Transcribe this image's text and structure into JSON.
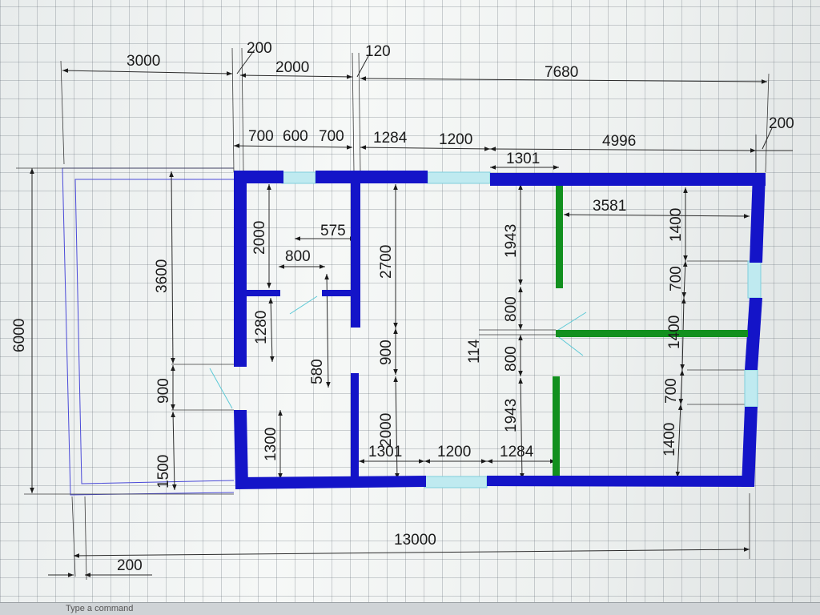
{
  "colors": {
    "wall": "#1414c8",
    "partition": "#12901e",
    "window": "#bfeaf0",
    "outline": "#4a4ad8",
    "dimension": "#1b1b1b"
  },
  "dimensions": {
    "top_3000": "3000",
    "top_200": "200",
    "top_2000": "2000",
    "top_120": "120",
    "top_7680": "7680",
    "row2_700a": "700",
    "row2_600": "600",
    "row2_700b": "700",
    "row2_1284": "1284",
    "row2_1200": "1200",
    "row2_4996": "4996",
    "row2_200": "200",
    "row3_1301": "1301",
    "inner_3581": "3581",
    "inner_575": "575",
    "inner_800": "800",
    "v_6000": "6000",
    "v_3600": "3600",
    "v_900_left": "900",
    "v_1500": "1500",
    "v_2000_a": "2000",
    "v_1280": "1280",
    "v_1300": "1300",
    "v_580": "580",
    "v_2700": "2700",
    "v_900_mid": "900",
    "v_2000_b": "2000",
    "v_1943_top": "1943",
    "v_800_top": "800",
    "v_114": "114",
    "v_800_bot": "800",
    "v_1943_bot": "1943",
    "v_1400_a": "1400",
    "v_700_a": "700",
    "v_1400_b": "1400",
    "v_700_b": "700",
    "v_1400_c": "1400",
    "bot_1301": "1301",
    "bot_1200": "1200",
    "bot_1284": "1284",
    "bot_13000": "13000",
    "bot_200": "200"
  },
  "statusbar": {
    "text": "Type a command"
  }
}
